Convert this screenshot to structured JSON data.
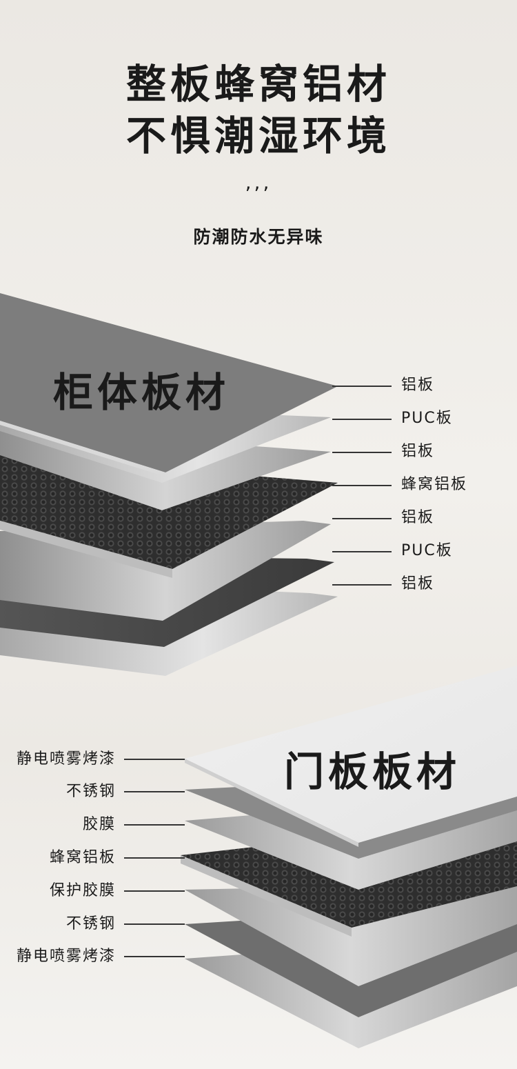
{
  "header": {
    "title_line1": "整板蜂窝铝材",
    "title_line2": "不惧潮湿环境",
    "marks": ",,,",
    "subtitle": "防潮防水无异味"
  },
  "cabinet": {
    "title": "柜体板材",
    "layers": [
      "铝板",
      "PUC板",
      "铝板",
      "蜂窝铝板",
      "铝板",
      "PUC板",
      "铝板"
    ]
  },
  "door": {
    "title": "门板板材",
    "layers": [
      "静电喷雾烤漆",
      "不锈钢",
      "胶膜",
      "蜂窝铝板",
      "保护胶膜",
      "不锈钢",
      "静电喷雾烤漆"
    ]
  }
}
